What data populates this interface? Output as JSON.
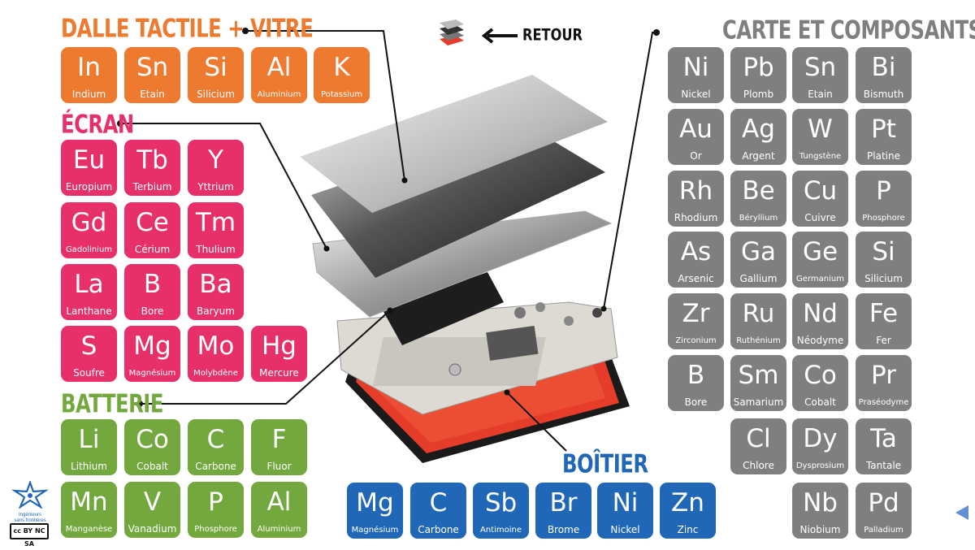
{
  "colors": {
    "dalle": "#ee7a2f",
    "ecran": "#e7306a",
    "batterie": "#72a83d",
    "boitier": "#2167b8",
    "carte": "#7f7f7f"
  },
  "retour": {
    "label": "RETOUR",
    "icon": "stacked-layers-icon"
  },
  "logo": {
    "line1": "Ingénieurs",
    "line2": "sans frontières",
    "license": "cc BY NC SA"
  },
  "groups": [
    {
      "id": "dalle",
      "title": "DALLE TACTILE + VITRE",
      "elements": [
        {
          "symbol": "In",
          "name": "Indium"
        },
        {
          "symbol": "Sn",
          "name": "Etain"
        },
        {
          "symbol": "Si",
          "name": "Silicium"
        },
        {
          "symbol": "Al",
          "name": "Aluminium"
        },
        {
          "symbol": "K",
          "name": "Potassium"
        }
      ]
    },
    {
      "id": "ecran",
      "title": "ÉCRAN",
      "elements": [
        {
          "symbol": "Eu",
          "name": "Europium"
        },
        {
          "symbol": "Tb",
          "name": "Terbium"
        },
        {
          "symbol": "Y",
          "name": "Yttrium"
        },
        {
          "symbol": "Gd",
          "name": "Gadolinium"
        },
        {
          "symbol": "Ce",
          "name": "Cérium"
        },
        {
          "symbol": "Tm",
          "name": "Thulium"
        },
        {
          "symbol": "La",
          "name": "Lanthane"
        },
        {
          "symbol": "B",
          "name": "Bore"
        },
        {
          "symbol": "Ba",
          "name": "Baryum"
        },
        {
          "symbol": "S",
          "name": "Soufre"
        },
        {
          "symbol": "Mg",
          "name": "Magnésium"
        },
        {
          "symbol": "Mo",
          "name": "Molybdène"
        },
        {
          "symbol": "Hg",
          "name": "Mercure"
        }
      ]
    },
    {
      "id": "batterie",
      "title": "BATTERIE",
      "elements": [
        {
          "symbol": "Li",
          "name": "Lithium"
        },
        {
          "symbol": "Co",
          "name": "Cobalt"
        },
        {
          "symbol": "C",
          "name": "Carbone"
        },
        {
          "symbol": "F",
          "name": "Fluor"
        },
        {
          "symbol": "Mn",
          "name": "Manganèse"
        },
        {
          "symbol": "V",
          "name": "Vanadium"
        },
        {
          "symbol": "P",
          "name": "Phosphore"
        },
        {
          "symbol": "Al",
          "name": "Aluminium"
        }
      ]
    },
    {
      "id": "boitier",
      "title": "BOÎTIER",
      "elements": [
        {
          "symbol": "Mg",
          "name": "Magnésium"
        },
        {
          "symbol": "C",
          "name": "Carbone"
        },
        {
          "symbol": "Sb",
          "name": "Antimoine"
        },
        {
          "symbol": "Br",
          "name": "Brome"
        },
        {
          "symbol": "Ni",
          "name": "Nickel"
        },
        {
          "symbol": "Zn",
          "name": "Zinc"
        }
      ]
    },
    {
      "id": "carte",
      "title": "CARTE ET COMPOSANTS",
      "elements": [
        {
          "symbol": "Ni",
          "name": "Nickel"
        },
        {
          "symbol": "Pb",
          "name": "Plomb"
        },
        {
          "symbol": "Sn",
          "name": "Etain"
        },
        {
          "symbol": "Bi",
          "name": "Bismuth"
        },
        {
          "symbol": "Au",
          "name": "Or"
        },
        {
          "symbol": "Ag",
          "name": "Argent"
        },
        {
          "symbol": "W",
          "name": "Tungstène"
        },
        {
          "symbol": "Pt",
          "name": "Platine"
        },
        {
          "symbol": "Rh",
          "name": "Rhodium"
        },
        {
          "symbol": "Be",
          "name": "Béryllium"
        },
        {
          "symbol": "Cu",
          "name": "Cuivre"
        },
        {
          "symbol": "P",
          "name": "Phosphore"
        },
        {
          "symbol": "As",
          "name": "Arsenic"
        },
        {
          "symbol": "Ga",
          "name": "Gallium"
        },
        {
          "symbol": "Ge",
          "name": "Germanium"
        },
        {
          "symbol": "Si",
          "name": "Silicium"
        },
        {
          "symbol": "Zr",
          "name": "Zirconium"
        },
        {
          "symbol": "Ru",
          "name": "Ruthénium"
        },
        {
          "symbol": "Nd",
          "name": "Néodyme"
        },
        {
          "symbol": "Fe",
          "name": "Fer"
        },
        {
          "symbol": "B",
          "name": "Bore"
        },
        {
          "symbol": "Sm",
          "name": "Samarium"
        },
        {
          "symbol": "Co",
          "name": "Cobalt"
        },
        {
          "symbol": "Pr",
          "name": "Praséodyme"
        },
        {
          "symbol": "Cl",
          "name": "Chlore"
        },
        {
          "symbol": "Dy",
          "name": "Dysprosium"
        },
        {
          "symbol": "Ta",
          "name": "Tantale"
        },
        {
          "symbol": "Nb",
          "name": "Niobium"
        },
        {
          "symbol": "Pd",
          "name": "Palladium"
        }
      ]
    }
  ]
}
